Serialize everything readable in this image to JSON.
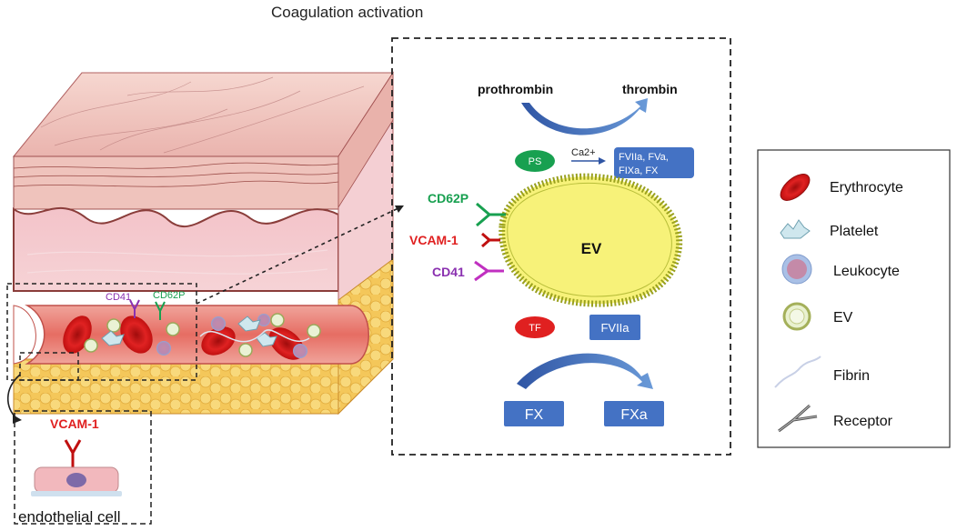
{
  "title": "Coagulation activation",
  "tissue": {
    "cd41_label": "CD41",
    "cd62p_label": "CD62P"
  },
  "endothelium": {
    "vcam_label": "VCAM-1",
    "cell_label": "endothelial cell"
  },
  "mechanism": {
    "prothrombin": "prothrombin",
    "thrombin": "thrombin",
    "ps": "PS",
    "ca": "Ca2+",
    "factors_line1": "FVIIa, FVa,",
    "factors_line2": "FIXa, FX",
    "ev": "EV",
    "cd62p": "CD62P",
    "vcam": "VCAM-1",
    "cd41": "CD41",
    "tf": "TF",
    "fviia": "FVIIa",
    "fx": "FX",
    "fxa": "FXa"
  },
  "legend": [
    {
      "label": "Erythrocyte",
      "icon": "erythrocyte-icon"
    },
    {
      "label": "Platelet",
      "icon": "platelet-icon"
    },
    {
      "label": "Leukocyte",
      "icon": "leukocyte-icon"
    },
    {
      "label": "EV",
      "icon": "ev-icon"
    },
    {
      "label": "Fibrin",
      "icon": "fibrin-icon"
    },
    {
      "label": "Receptor",
      "icon": "receptor-icon"
    }
  ],
  "colors": {
    "red": "#e02020",
    "green": "#18a050",
    "purple": "#8a30b0",
    "blue": "#4472c4",
    "ev_fill": "#f7f279",
    "ev_rim": "#9aa11e"
  }
}
